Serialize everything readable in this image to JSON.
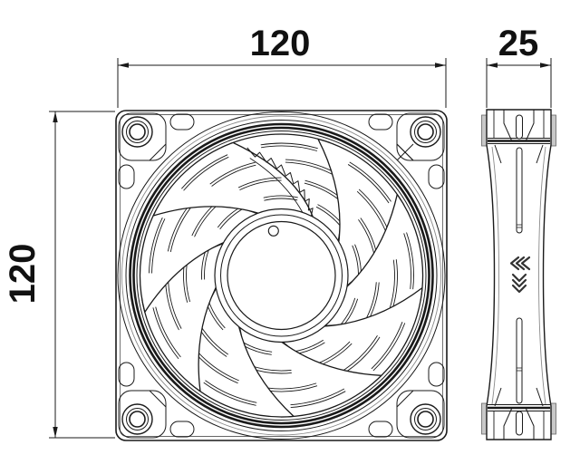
{
  "drawing": {
    "background_color": "#ffffff",
    "line_color": "#1a1a1a",
    "shade_color": "#8a8a8a",
    "dimensions": {
      "width_label": "120",
      "height_label": "120",
      "depth_label": "25"
    },
    "side_view_icons": {
      "rotation_direction_icon": "triple-chevron-left",
      "airflow_direction_icon": "triple-chevron-down"
    }
  }
}
